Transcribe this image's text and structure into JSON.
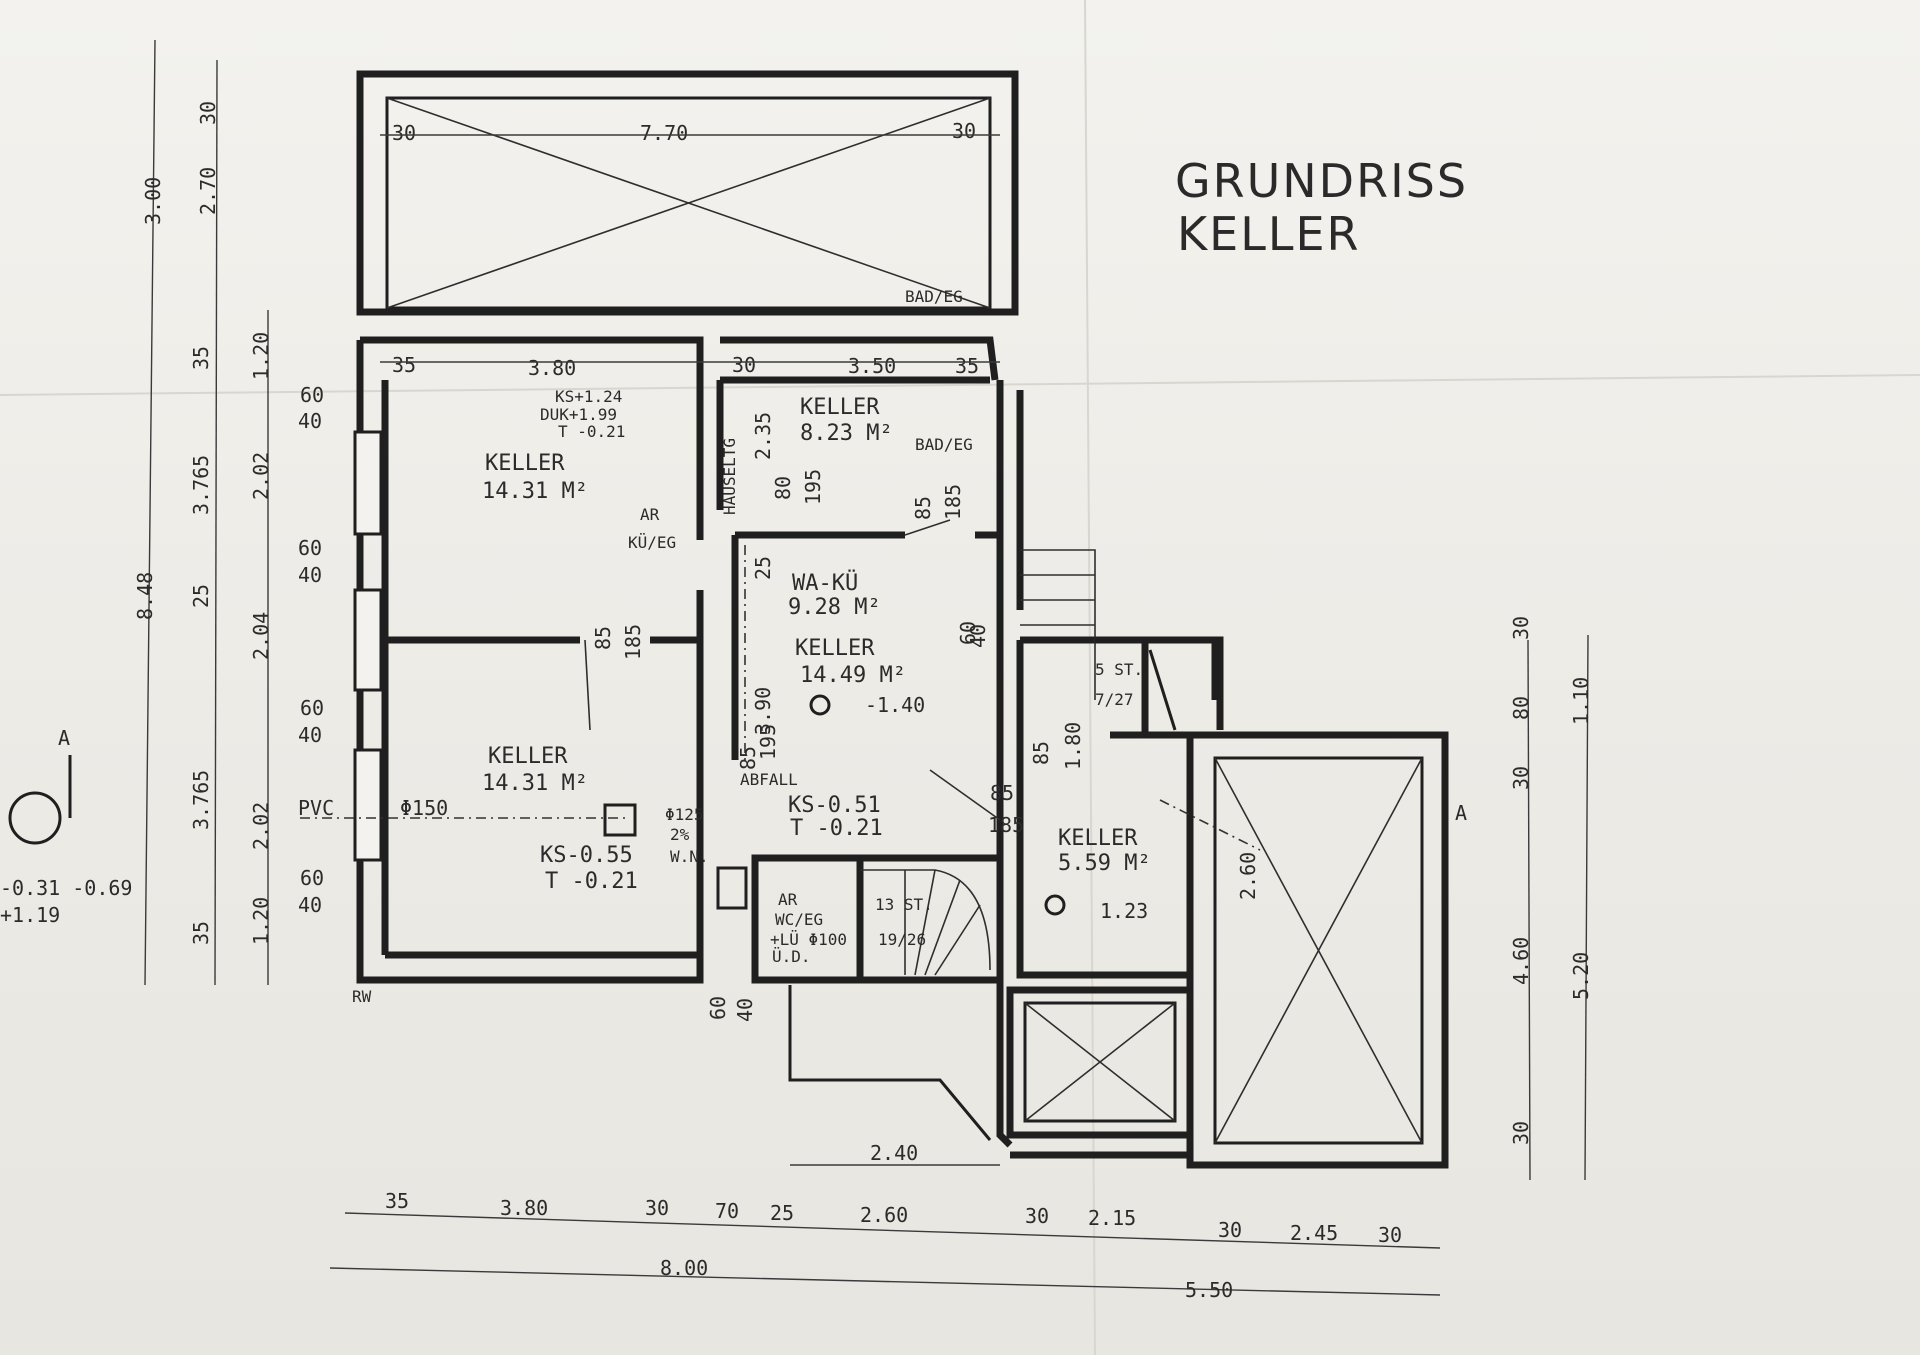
{
  "title": {
    "line1": "GRUNDRISS",
    "line2": "KELLER"
  },
  "rooms": {
    "keller_nw": {
      "name": "KELLER",
      "area": "14.31 M²",
      "ks": "KS+1.24",
      "duk": "DUK+1.99",
      "t": "T -0.21"
    },
    "keller_ne": {
      "name": "KELLER",
      "area": "8.23 M²"
    },
    "wakue": {
      "name": "WA-KÜ",
      "area": "9.28 M²"
    },
    "keller_center": {
      "name": "KELLER",
      "area": "14.49 M²",
      "level": "-1.40"
    },
    "keller_sw": {
      "name": "KELLER",
      "area": "14.31 M²",
      "ks": "KS-0.55",
      "t": "T -0.21"
    },
    "keller_e": {
      "name": "KELLER",
      "area": "5.59 M²",
      "level": "1.23"
    },
    "wc": {
      "line1": "AR",
      "line2": "WC/EG",
      "line3": "+LÜ Φ100",
      "line4": "Ü.D."
    }
  },
  "annotations": {
    "bad_eg_top": "BAD/EG",
    "bad_eg": "BAD/EG",
    "hauseltg": "HAUSELTG",
    "ar_kueg_1": "AR",
    "ar_kueg_2": "KÜ/EG",
    "abfall": "ABFALL",
    "ks_center": "KS-0.51",
    "t_center": "T -0.21",
    "stair_13": "13 ST.",
    "stair_size": "19/26",
    "stair_5": "5 ST.",
    "stair_5_size": "7/27",
    "pvc": "PVC",
    "phi150": "Φ150",
    "phi125": "Φ125",
    "slope": "2%",
    "wn": "W.N.",
    "rw": "RW",
    "section_a": "A",
    "left_levels_1": "-0.31 -0.69",
    "left_levels_2": "+1.19"
  },
  "dims": {
    "top_30a": "30",
    "top_770": "7.70",
    "top_30b": "30",
    "r1_35": "35",
    "r1_380": "3.80",
    "r1_30": "30",
    "r1_350": "3.50",
    "r1_35b": "35",
    "l_300": "3.00",
    "l_30": "30",
    "l_270": "2.70",
    "l_35a": "35",
    "l_120a": "1.20",
    "l_3765a": "3.765",
    "l_202a": "2.02",
    "l_848": "8.48",
    "l_25": "25",
    "l_204": "2.04",
    "l_3765b": "3.765",
    "l_202b": "2.02",
    "l_35b": "35",
    "l_120b": "1.20",
    "w60a": "60",
    "w40a": "40",
    "w60b": "60",
    "w40b": "40",
    "w60c": "60",
    "w40c": "40",
    "w60d": "60",
    "w40d": "40",
    "d85a": "85",
    "d185a": "185",
    "d235": "2.35",
    "d80": "80",
    "d195a": "195",
    "d85b": "85",
    "d185b": "185",
    "d25": "25",
    "d390": "3.90",
    "d85c": "85",
    "d195b": "195",
    "d85d": "85",
    "d185c": "185",
    "d60e": "60",
    "d40e": "40",
    "d85e": "85",
    "d180": "1.80",
    "d260": "2.60",
    "d60f": "60",
    "d40f": "40",
    "b_240": "2.40",
    "b_35": "35",
    "b_380": "3.80",
    "b_30a": "30",
    "b_70": "70",
    "b_25": "25",
    "b_260": "2.60",
    "b_30b": "30",
    "b_215": "2.15",
    "b_30c": "30",
    "b_245": "2.45",
    "b_30d": "30",
    "b_800": "8.00",
    "b_550": "5.50",
    "r_30a": "30",
    "r_80": "80",
    "r_110": "1.10",
    "r_30b": "30",
    "r_460": "4.60",
    "r_520": "5.20",
    "r_30c": "30"
  }
}
